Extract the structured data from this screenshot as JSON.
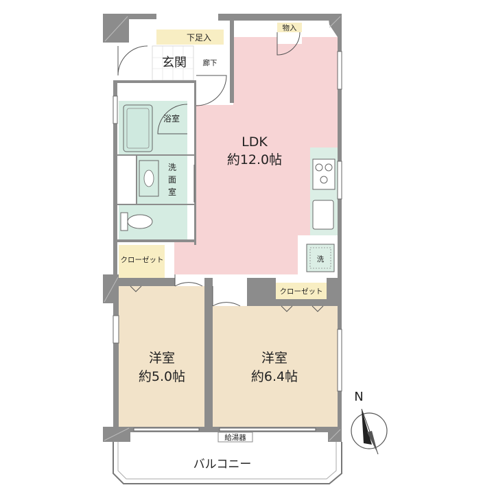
{
  "rooms": {
    "ldk": {
      "name": "LDK",
      "area": "約12.0帖"
    },
    "western_left": {
      "name": "洋室",
      "area": "約5.0帖"
    },
    "western_right": {
      "name": "洋室",
      "area": "約6.4帖"
    },
    "bath": {
      "name": "浴室"
    },
    "washroom": {
      "chars": [
        "洗",
        "面",
        "室"
      ]
    },
    "entrance": {
      "name": "玄関"
    },
    "hallway": {
      "name": "廊下"
    },
    "shoe_storage": {
      "name": "下足入"
    },
    "storage": {
      "name": "物入"
    },
    "closet_left": {
      "name": "クローゼット"
    },
    "closet_right": {
      "name": "クローゼット"
    },
    "washer": {
      "name": "洗"
    },
    "water_heater": {
      "name": "給湯器"
    },
    "balcony": {
      "name": "バルコニー"
    }
  },
  "compass": {
    "label": "N"
  },
  "colors": {
    "ldk": "#f7d4d5",
    "western": "#f2e3c9",
    "wet": "#d5ece2",
    "closet": "#f8eec3",
    "wall": "#8c8c8c"
  }
}
